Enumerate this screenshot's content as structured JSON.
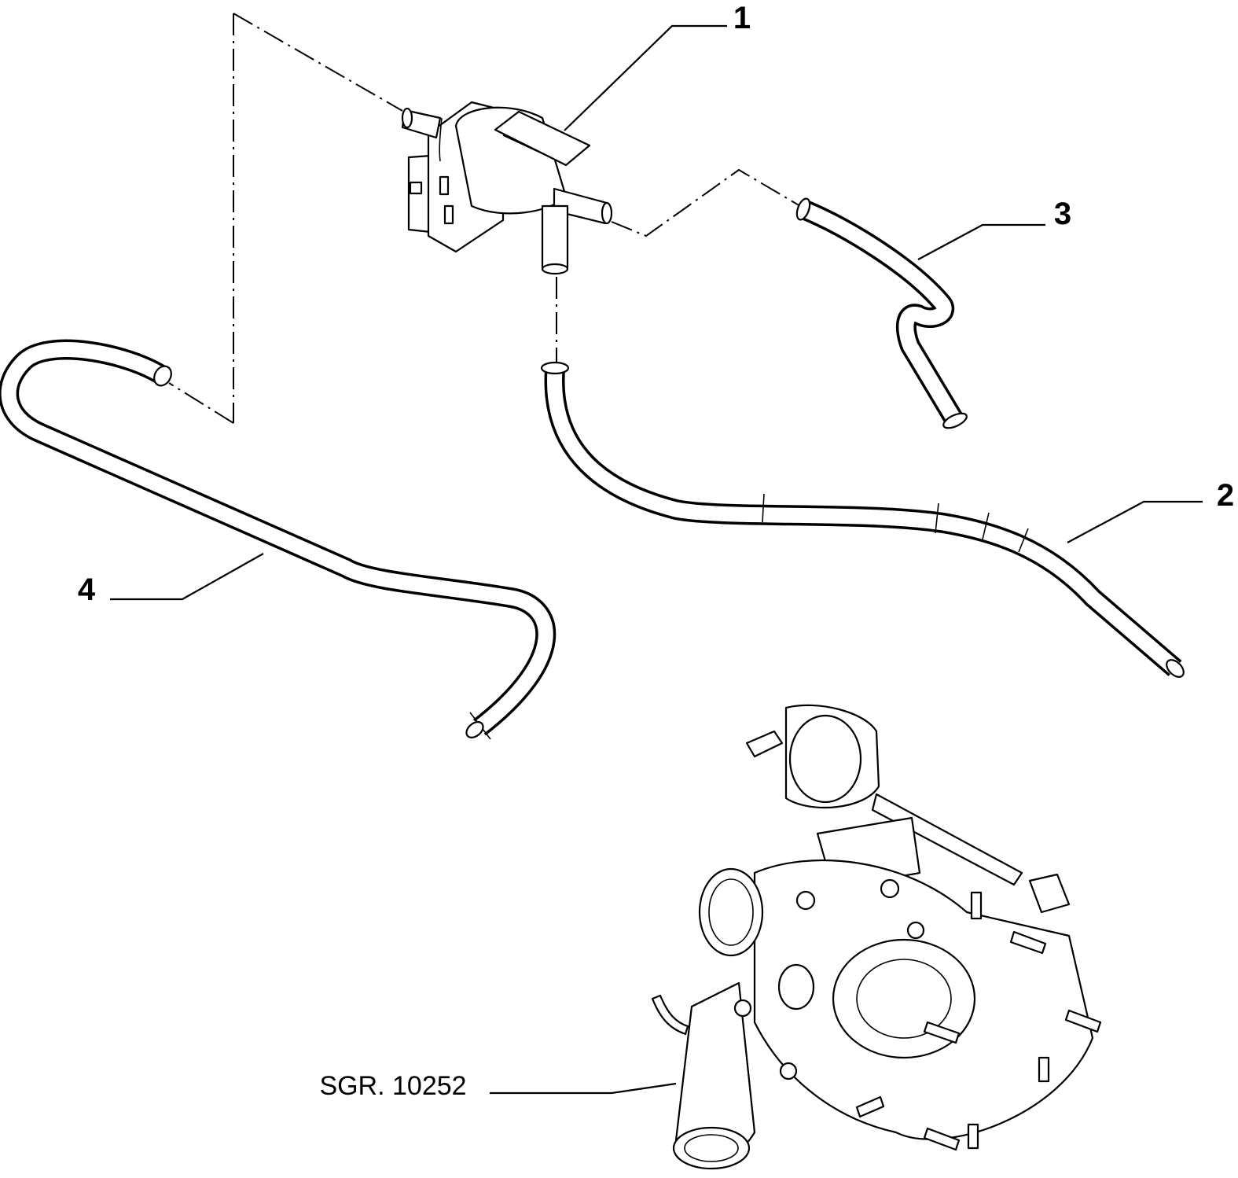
{
  "callouts": [
    {
      "id": "1",
      "text": "1"
    },
    {
      "id": "2",
      "text": "2"
    },
    {
      "id": "3",
      "text": "3"
    },
    {
      "id": "4",
      "text": "4"
    }
  ],
  "reference": {
    "text": "SGR. 10252"
  },
  "colors": {
    "line": "#000000",
    "background": "#ffffff"
  }
}
